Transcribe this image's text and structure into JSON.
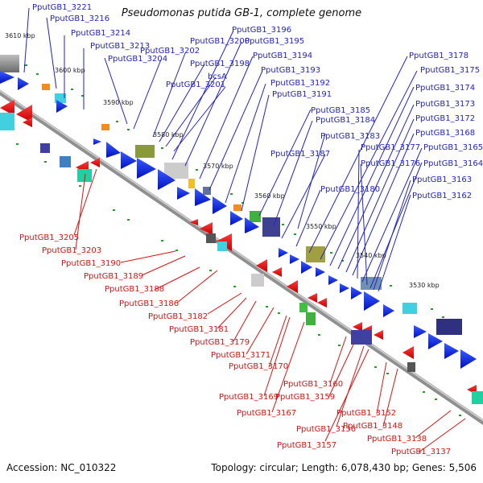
{
  "title": "Pseudomonas putida GB-1, complete genome",
  "accession": "Accession: NC_010322",
  "summary": "Topology: circular; Length: 6,078,430 bp; Genes: 5,506",
  "colors": {
    "forward_labels": "#2222cc",
    "reverse_labels": "#dd1111",
    "genome_line": "#999999",
    "gc_dots": "#2a9a2a"
  },
  "kbp_ticks": [
    "3610 kbp",
    "3600 kbp",
    "3590 kbp",
    "3580 kbp",
    "3570 kbp",
    "3560 kbp",
    "3550 kbp",
    "3540 kbp",
    "3530 kbp"
  ],
  "forward_genes": [
    "PputGB1_3221",
    "PputGB1_3216",
    "PputGB1_3214",
    "PputGB1_3213",
    "PputGB1_3204",
    "PputGB1_3202",
    "PputGB1_3200",
    "PputGB1_3198",
    "bcsA",
    "PputGB1_3201",
    "PputGB1_3196",
    "PputGB1_3195",
    "PputGB1_3194",
    "PputGB1_3193",
    "PputGB1_3192",
    "PputGB1_3191",
    "PputGB1_3185",
    "PputGB1_3184",
    "PputGB1_3187",
    "PputGB1_3183",
    "PputGB1_3180",
    "PputGB1_3178",
    "PputGB1_3175",
    "PputGB1_3174",
    "PputGB1_3173",
    "PputGB1_3172",
    "PputGB1_3168",
    "PputGB1_3177",
    "PputGB1_3165",
    "PputGB1_3176",
    "PputGB1_3164",
    "PputGB1_3163",
    "PputGB1_3162"
  ],
  "reverse_genes": [
    "PputGB1_3205",
    "PputGB1_3203",
    "PputGB1_3190",
    "PputGB1_3189",
    "PputGB1_3188",
    "PputGB1_3186",
    "PputGB1_3182",
    "PputGB1_3181",
    "PputGB1_3179",
    "PputGB1_3171",
    "PputGB1_3170",
    "PputGB1_3169",
    "PputGB1_3167",
    "PputGB1_3160",
    "PputGB1_3159",
    "PputGB1_3156",
    "PputGB1_3157",
    "PputGB1_3152",
    "PputGB1_3148",
    "PputGB1_3138",
    "PputGB1_3137"
  ]
}
